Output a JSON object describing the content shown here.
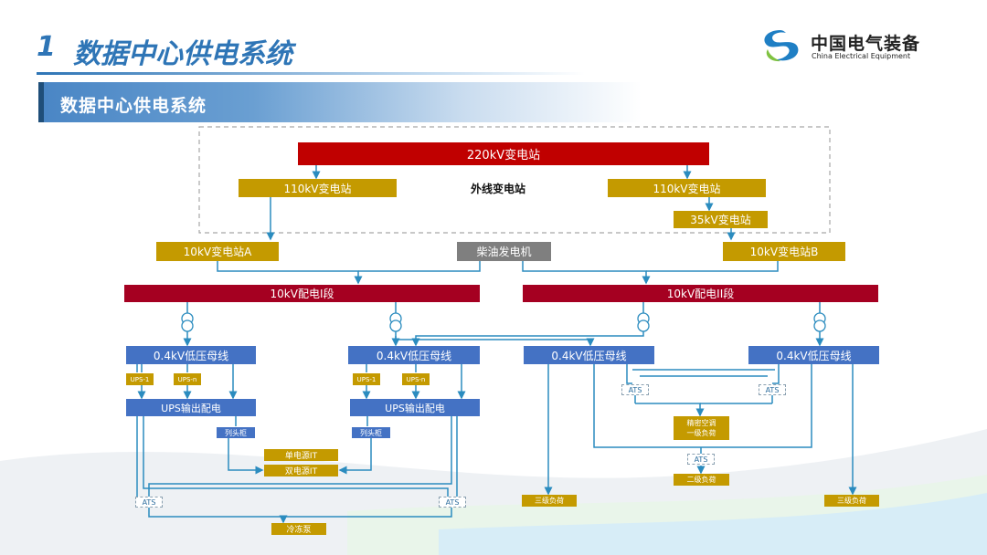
{
  "header": {
    "number": "1",
    "title": "数据中心供电系统",
    "logo_cn": "中国电气装备",
    "logo_en": "China Electrical Equipment"
  },
  "section": {
    "title": "数据中心供电系统"
  },
  "diagram": {
    "substation_220": "220kV变电站",
    "substation_110_left": "110kV变电站",
    "external_label": "外线变电站",
    "substation_110_right": "110kV变电站",
    "substation_35": "35kV变电站",
    "substation_10a": "10kV变电站A",
    "diesel": "柴油发电机",
    "substation_10b": "10kV变电站B",
    "bus_10_1": "10kV配电I段",
    "bus_10_2": "10kV配电II段",
    "lv_bus_1": "0.4kV低压母线",
    "lv_bus_2": "0.4kV低压母线",
    "lv_bus_3": "0.4kV低压母线",
    "lv_bus_4": "0.4kV低压母线",
    "ups1_a": "UPS-1",
    "upsn_a": "UPS-n",
    "ups1_b": "UPS-1",
    "upsn_b": "UPS-n",
    "ups_out_1": "UPS输出配电",
    "ups_out_2": "UPS输出配电",
    "column_cab_1": "列头柜",
    "column_cab_2": "列头柜",
    "single_it": "单电源IT",
    "dual_it": "双电源IT",
    "ats_1": "ATS",
    "ats_2": "ATS",
    "ats_3": "ATS",
    "ats_4": "ATS",
    "ats_5": "ATS",
    "chiller": "冷冻泵",
    "precision_ac": "精密空调",
    "level1_load": "一级负荷",
    "level2_load": "二级负荷",
    "level3_load_1": "三级负荷",
    "level3_load_2": "三级负荷"
  }
}
